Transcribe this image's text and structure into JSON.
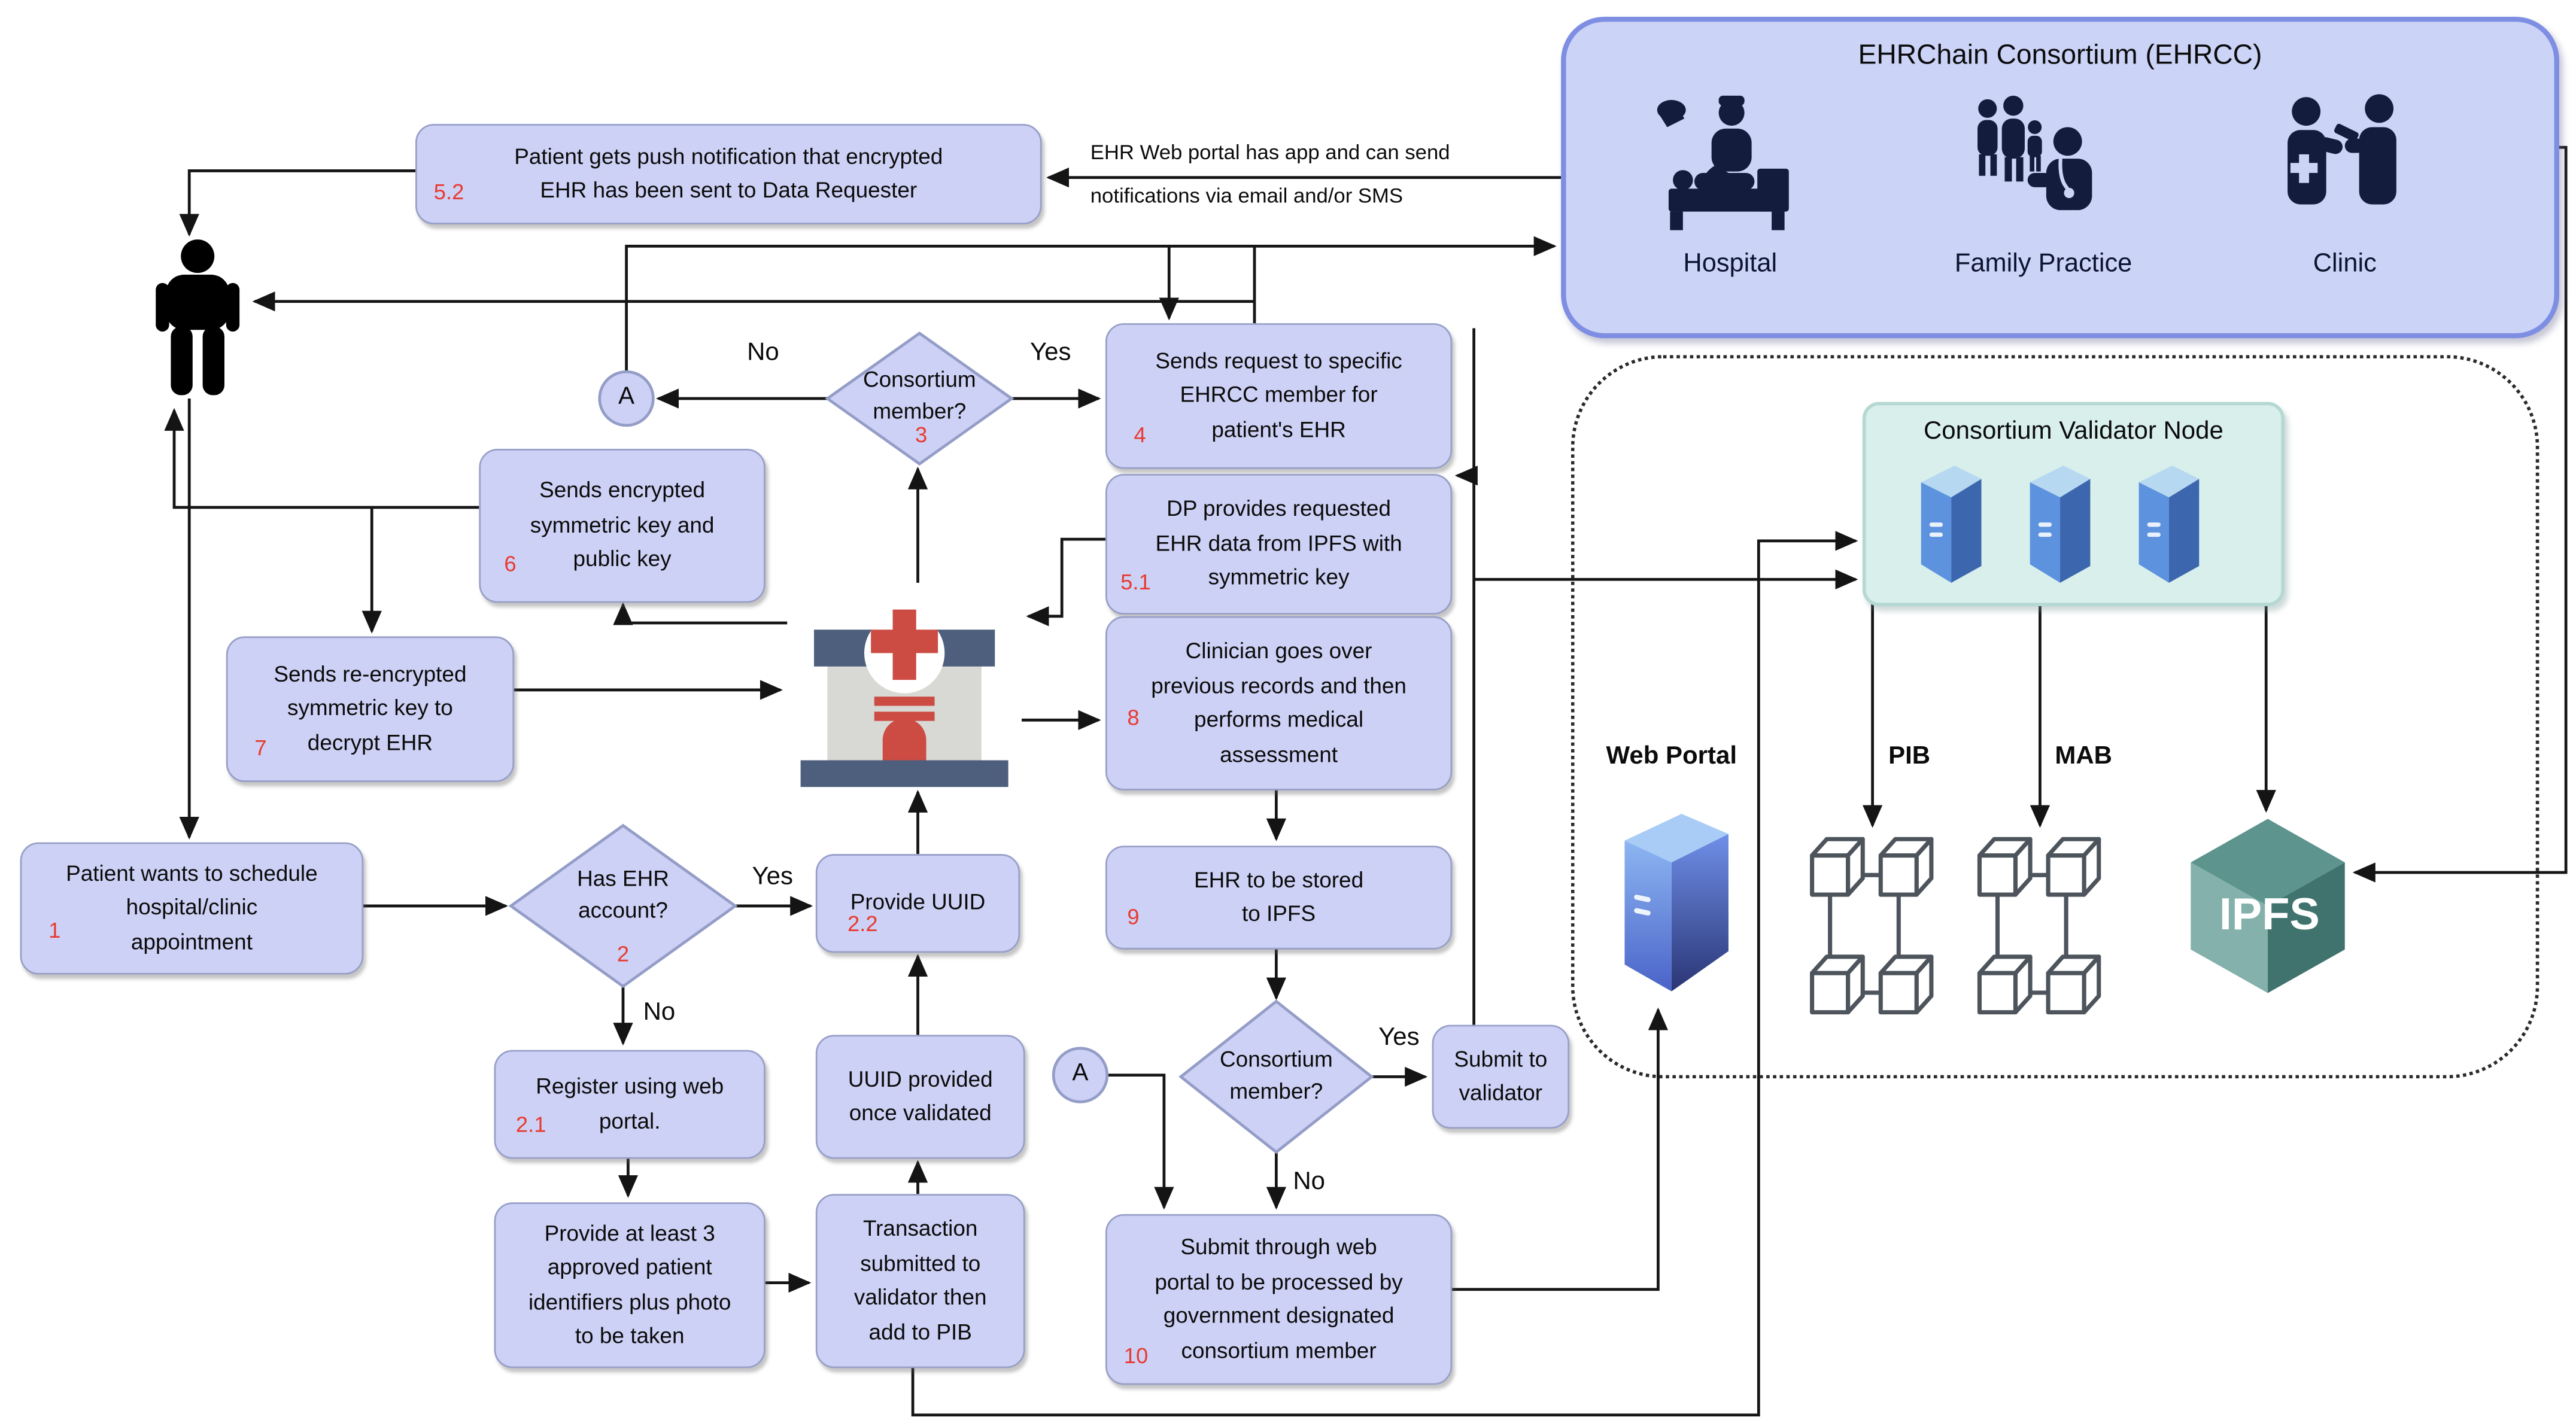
{
  "diagram": {
    "annotation": {
      "line1": "EHR Web portal has app and can send",
      "line2": "notifications via email and/or SMS"
    },
    "ehrcc": {
      "title": "EHRChain Consortium (EHRCC)",
      "members": [
        "Hospital",
        "Family Practice",
        "Clinic"
      ]
    },
    "right_panel": {
      "validator_title": "Consortium Validator Node",
      "web_portal_label": "Web Portal",
      "pib_label": "PIB",
      "mab_label": "MAB",
      "ipfs_label": "IPFS"
    },
    "connectors": {
      "d3_yes": "Yes",
      "d3_no": "No",
      "d2_yes": "Yes",
      "d2_no": "No",
      "db_yes": "Yes",
      "db_no": "No",
      "a_label": "A"
    },
    "nodes": {
      "b52": {
        "num": "5.2",
        "lines": [
          "Patient gets push notification that encrypted",
          "EHR has been sent to Data Requester"
        ]
      },
      "b4": {
        "num": "4",
        "lines": [
          "Sends request to specific",
          "EHRCC member for",
          "patient's EHR"
        ]
      },
      "b51": {
        "num": "5.1",
        "lines": [
          "DP provides requested",
          "EHR data from IPFS with",
          "symmetric key"
        ]
      },
      "b6": {
        "num": "6",
        "lines": [
          "Sends encrypted",
          "symmetric key and",
          "public key"
        ]
      },
      "b7": {
        "num": "7",
        "lines": [
          "Sends re-encrypted",
          "symmetric key to",
          "decrypt EHR"
        ]
      },
      "b8": {
        "num": "8",
        "lines": [
          "Clinician goes over",
          "previous records and then",
          "performs medical",
          "assessment"
        ]
      },
      "b1": {
        "num": "1",
        "lines": [
          "Patient wants to schedule",
          "hospital/clinic",
          "appointment"
        ]
      },
      "b21": {
        "num": "2.1",
        "lines": [
          "Register using web",
          "portal."
        ]
      },
      "b22": {
        "num": "2.2",
        "lines": [
          "Provide UUID"
        ]
      },
      "b23": {
        "lines": [
          "UUID provided",
          "once validated"
        ]
      },
      "b24": {
        "lines": [
          "Provide at least 3",
          "approved patient",
          "identifiers plus photo",
          "to be taken"
        ]
      },
      "b25": {
        "lines": [
          "Transaction",
          "submitted to",
          "validator then",
          "add to PIB"
        ]
      },
      "b9": {
        "num": "9",
        "lines": [
          "EHR to be stored",
          "to IPFS"
        ]
      },
      "b10": {
        "num": "10",
        "lines": [
          "Submit through web",
          "portal to be processed by",
          "government designated",
          "consortium member"
        ]
      },
      "bsv": {
        "lines": [
          "Submit to",
          "validator"
        ]
      },
      "d3": {
        "num": "3",
        "lines": [
          "Consortium",
          "member?"
        ]
      },
      "d2": {
        "num": "2",
        "lines": [
          "Has EHR",
          "account?"
        ]
      },
      "db": {
        "lines": [
          "Consortium",
          "member?"
        ]
      }
    },
    "icons": {
      "patient-person-icon": "standing person silhouette",
      "hospital-building-icon": "building with red cross, red door",
      "hospital-icon": "caregiver with patient in bed",
      "family-practice-icon": "family with doctor",
      "clinic-icon": "clinician giving injection",
      "server-tower-icon": "blue 3d server tower",
      "web-portal-server-icon": "blue gradient 3d server tower",
      "blockchain-icon": "four linked cubes",
      "ipfs-cube-icon": "teal hexagonal cube"
    },
    "colors": {
      "node_fill": "#cdd1f5",
      "node_border": "#98a0c8",
      "ehrcc_fill": "#cbd3f7",
      "ehrcc_border": "#7e8ee2",
      "validator_fill": "#d8efec",
      "step_number_red": "#e83a30",
      "ipfs_teal": "#4d817c",
      "building_red": "#cc4b42",
      "building_bar": "#4e5f7d",
      "icon_navy": "#131c3d"
    }
  }
}
